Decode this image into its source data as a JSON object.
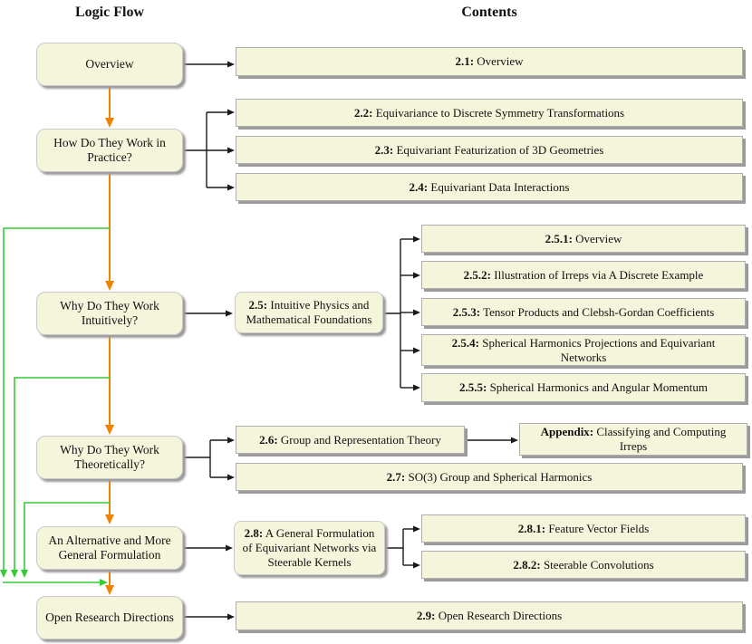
{
  "headers": {
    "left": "Logic Flow",
    "right": "Contents"
  },
  "colors": {
    "bg": "#ffffff",
    "box_fill": "#f5f5dc",
    "box_border": "#aeaeae",
    "box_border_light": "#c9c9c9",
    "box_shadow": "#9b9b9b",
    "arrow_orange": "#f08200",
    "arrow_green": "#33cc33",
    "arrow_black": "#1a1a1a",
    "text": "#111111"
  },
  "flow": [
    {
      "label": "Overview"
    },
    {
      "label": "How Do They Work in Practice?"
    },
    {
      "label": "Why Do They Work Intuitively?"
    },
    {
      "label": "Why Do They Work Theoretically?"
    },
    {
      "label": "An Alternative and More General Formulation"
    },
    {
      "label": "Open Research Directions"
    }
  ],
  "contents": [
    {
      "prefix": "2.1:",
      "text": " Overview"
    },
    {
      "prefix": "2.2:",
      "text": " Equivariance to Discrete Symmetry Transformations"
    },
    {
      "prefix": "2.3:",
      "text": " Equivariant Featurization of 3D Geometries"
    },
    {
      "prefix": "2.4:",
      "text": " Equivariant Data Interactions"
    },
    {
      "prefix": "2.5:",
      "text": " Intuitive Physics and Mathematical Foundations"
    },
    {
      "prefix": "2.5.1:",
      "text": " Overview"
    },
    {
      "prefix": "2.5.2:",
      "text": " Illustration of Irreps via A Discrete Example"
    },
    {
      "prefix": "2.5.3:",
      "text": " Tensor Products and Clebsh-Gordan Coefficients"
    },
    {
      "prefix": "2.5.4:",
      "text": " Spherical Harmonics Projections and Equivariant Networks"
    },
    {
      "prefix": "2.5.5:",
      "text": " Spherical Harmonics and Angular Momentum"
    },
    {
      "prefix": "2.6:",
      "text": " Group and Representation Theory"
    },
    {
      "prefix": "Appendix:",
      "text": " Classifying and Computing Irreps"
    },
    {
      "prefix": "2.7:",
      "text": " SO(3) Group and Spherical Harmonics"
    },
    {
      "prefix": "2.8:",
      "text": " A General Formulation of Equivariant Networks via Steerable Kernels"
    },
    {
      "prefix": "2.8.1:",
      "text": " Feature Vector Fields"
    },
    {
      "prefix": "2.8.2:",
      "text": " Steerable Convolutions"
    },
    {
      "prefix": "2.9:",
      "text": " Open Research Directions"
    }
  ]
}
